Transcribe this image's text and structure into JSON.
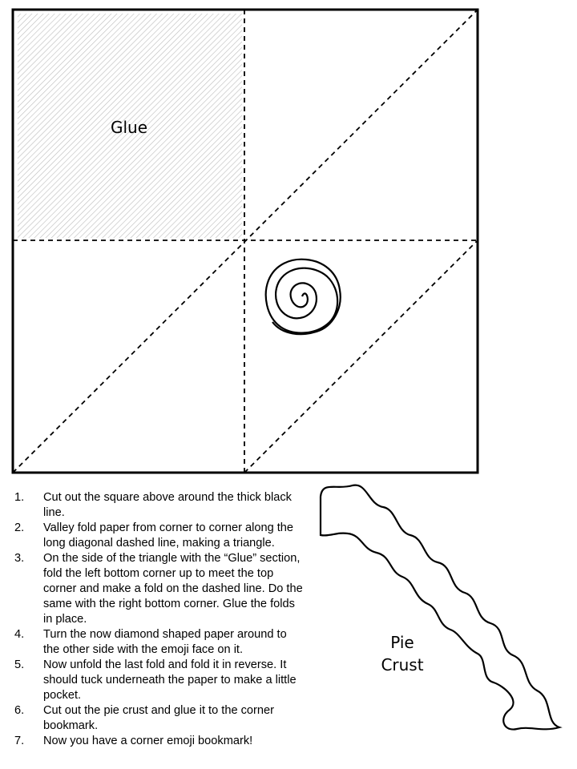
{
  "template": {
    "glue_label": "Glue",
    "pie_crust_label_line1": "Pie",
    "pie_crust_label_line2": "Crust"
  },
  "instructions": [
    {
      "num": "1.",
      "text": "Cut out the square above around the thick black line."
    },
    {
      "num": "2.",
      "text": "Valley fold paper from corner to corner along the long diagonal dashed line, making a triangle."
    },
    {
      "num": "3.",
      "text": "On the side of the triangle with the “Glue” section, fold the left bottom corner up to meet the top corner and make a fold on the dashed line. Do the same with the right bottom corner. Glue the folds in place."
    },
    {
      "num": "4.",
      "text": "Turn the now diamond shaped paper around to the other side with the emoji face on it."
    },
    {
      "num": "5.",
      "text": "Now unfold the last fold and fold it in reverse. It should tuck underneath the paper to make a little pocket."
    },
    {
      "num": "6.",
      "text": "Cut out the pie crust and glue it to the corner bookmark."
    },
    {
      "num": "7.",
      "text": "Now you have a corner emoji bookmark!"
    }
  ],
  "colors": {
    "outline": "#000000",
    "glue_hatch": "#bbbbbb"
  }
}
